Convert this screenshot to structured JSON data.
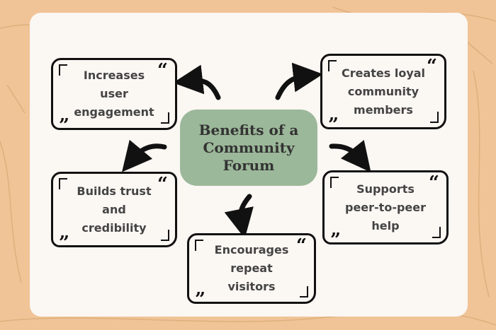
{
  "title": "Benefits of a Community Forum",
  "benefits": [
    "Increases user engagement",
    "Creates loyal community members",
    "Builds trust and credibility",
    "Supports peer-to-peer help",
    "Encourages repeat visitors"
  ],
  "colors": {
    "background": "#f0c496",
    "card": "#fbf7f3",
    "center": "#9cb89a",
    "border": "#111111",
    "text": "#444444"
  }
}
